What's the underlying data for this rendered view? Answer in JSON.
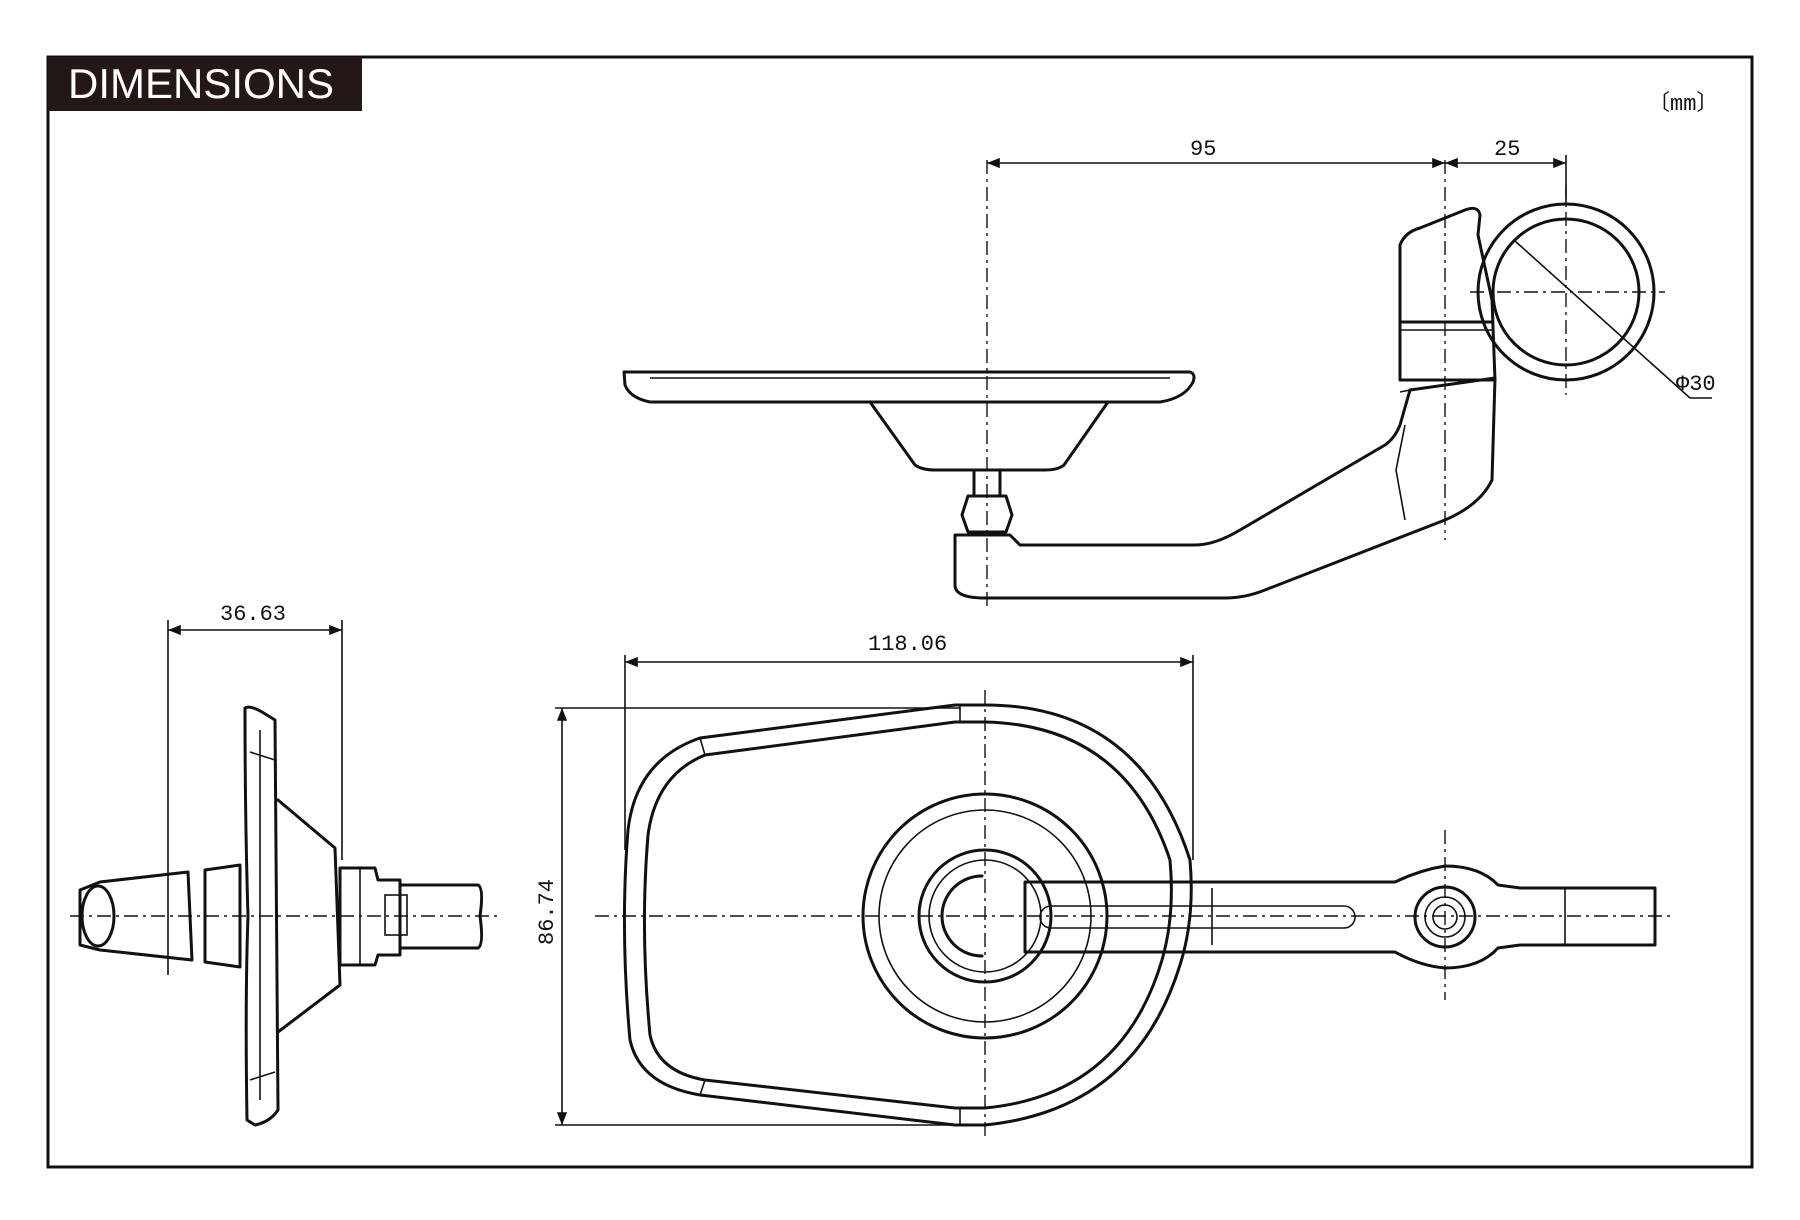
{
  "header": {
    "title": "DIMENSIONS",
    "unit": "〔mm〕"
  },
  "colors": {
    "tag_background": "#231815",
    "line": "#111111",
    "background": "#ffffff"
  },
  "dimensions": {
    "arm_length": "95",
    "clamp_offset": "25",
    "clamp_diameter": "Φ30",
    "side_depth": "36.63",
    "mirror_width": "118.06",
    "mirror_height": "86.74"
  }
}
